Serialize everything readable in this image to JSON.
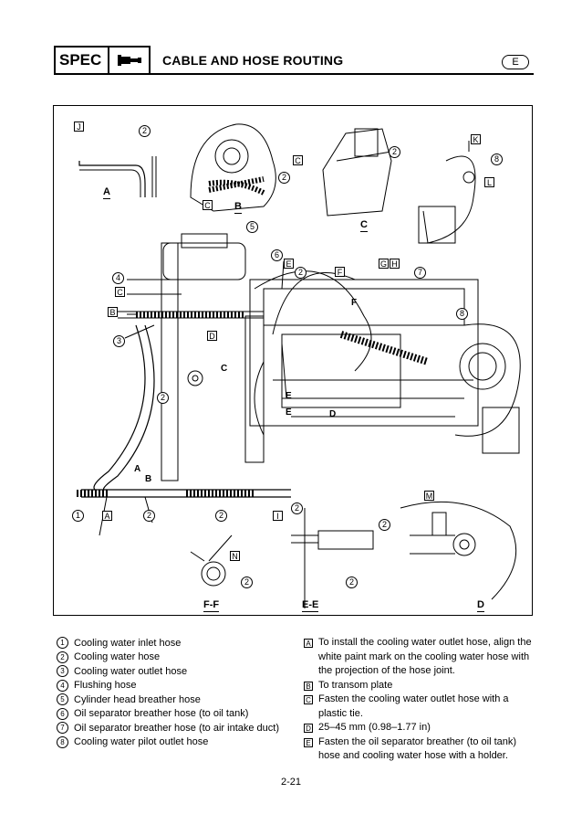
{
  "header": {
    "spec_label": "SPEC",
    "icon": "wrench-icon",
    "title": "CABLE AND HOSE ROUTING",
    "language_badge": "E"
  },
  "figure": {
    "view_labels": {
      "a": "A",
      "b": "B",
      "c": "C",
      "ff": "F-F",
      "ee": "E-E",
      "d": "D"
    },
    "box_markers": {
      "j": "J",
      "k": "K",
      "l": "L",
      "c": "C",
      "e": "E",
      "f": "F",
      "g": "G",
      "h": "H",
      "b": "B",
      "d": "D",
      "a": "A",
      "i": "I",
      "m": "M",
      "n": "N"
    },
    "circle_markers": {
      "one": "1",
      "two": "2",
      "three": "3",
      "four": "4",
      "five": "5",
      "six": "6",
      "seven": "7",
      "eight": "8"
    },
    "plain_markers": {
      "f": "F",
      "c_arrow": "C",
      "e": "E",
      "e2": "E",
      "d": "D",
      "a": "A",
      "b_arrow": "B"
    }
  },
  "legend": [
    {
      "num": "1",
      "text": "Cooling water inlet hose"
    },
    {
      "num": "2",
      "text": "Cooling water hose"
    },
    {
      "num": "3",
      "text": "Cooling water outlet hose"
    },
    {
      "num": "4",
      "text": "Flushing hose"
    },
    {
      "num": "5",
      "text": "Cylinder head breather hose"
    },
    {
      "num": "6",
      "text": "Oil separator breather hose (to oil tank)"
    },
    {
      "num": "7",
      "text": "Oil separator breather hose (to air intake duct)"
    },
    {
      "num": "8",
      "text": "Cooling water pilot outlet hose"
    }
  ],
  "notes": [
    {
      "key": "A",
      "text": "To install the cooling water outlet hose, align the white paint mark on the cooling water hose with the projection of the hose joint."
    },
    {
      "key": "B",
      "text": "To transom plate"
    },
    {
      "key": "C",
      "text": "Fasten the cooling water outlet hose with a plastic tie."
    },
    {
      "key": "D",
      "text": "25–45 mm (0.98–1.77 in)"
    },
    {
      "key": "E",
      "text": "Fasten the oil separator breather (to oil tank) hose and cooling water hose with a holder."
    }
  ],
  "page_number": "2-21"
}
